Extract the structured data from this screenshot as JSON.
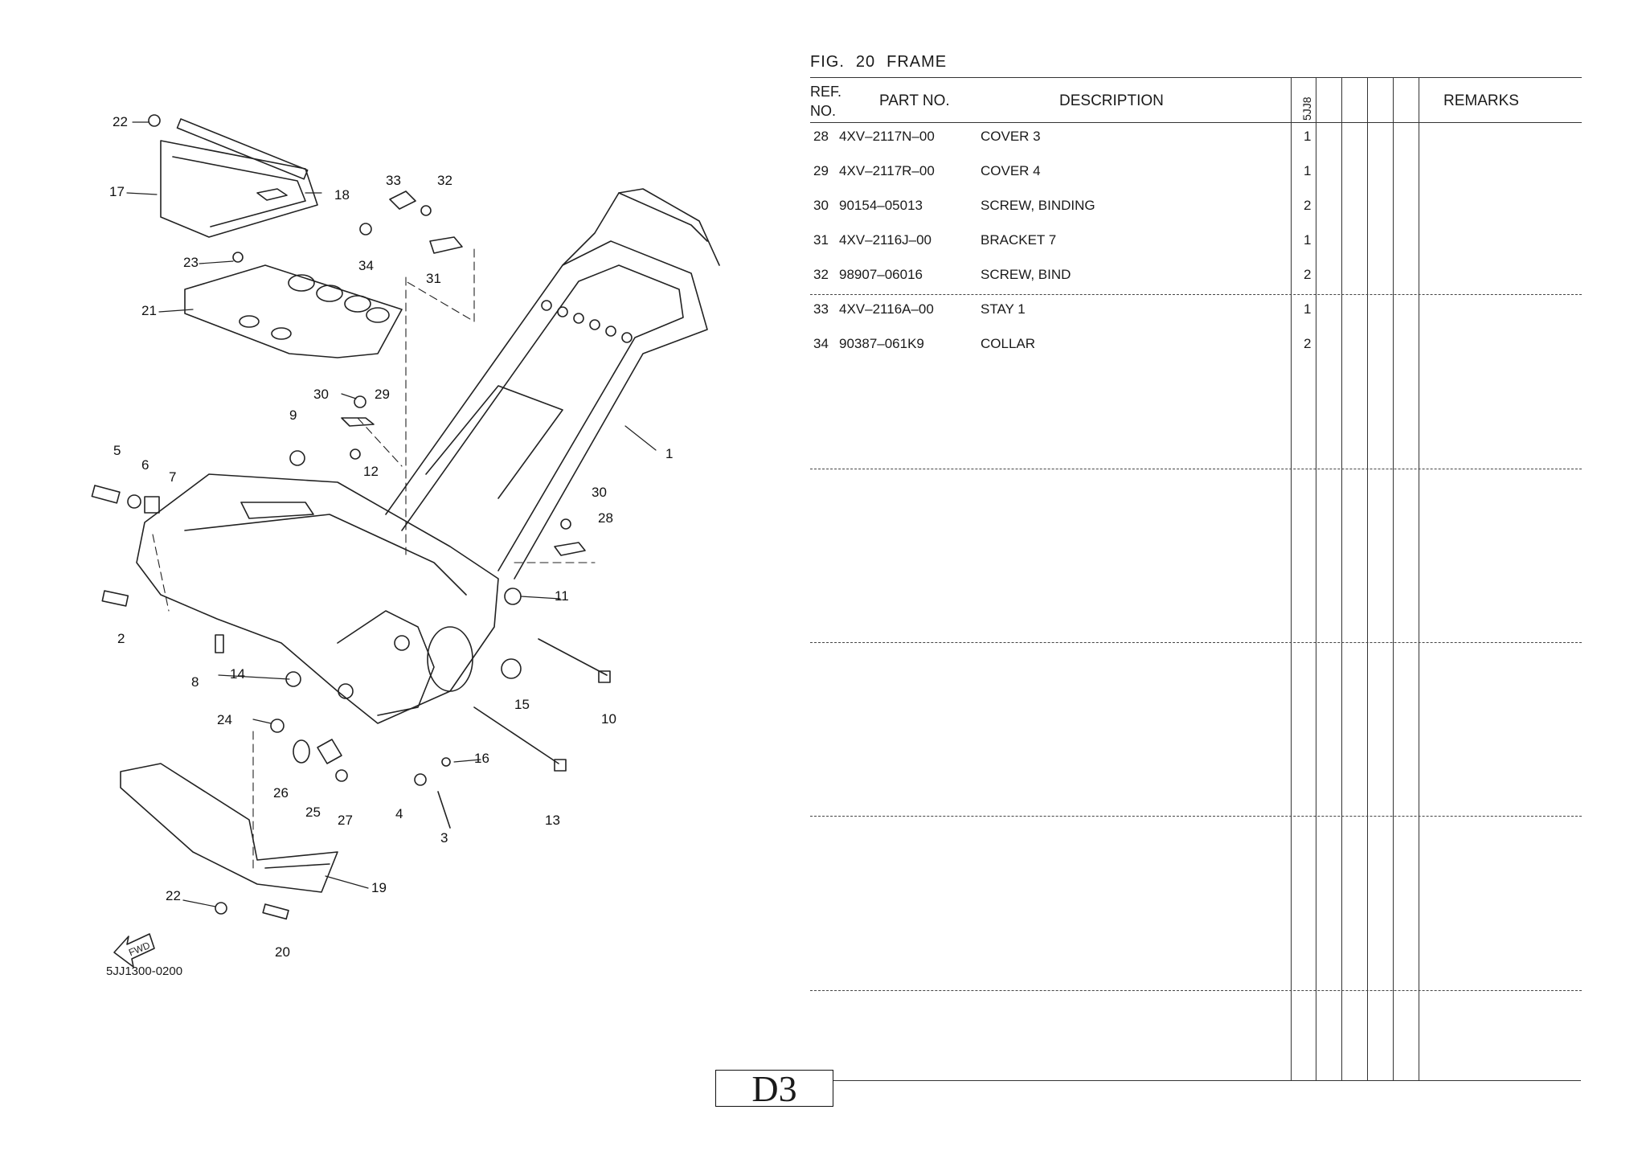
{
  "figure": {
    "fig_label": "FIG.",
    "fig_number": "20",
    "fig_title": "FRAME",
    "illustration_code": "5JJ1300-0200"
  },
  "table": {
    "headers": {
      "ref_no_line1": "REF.",
      "ref_no_line2": "NO.",
      "part_no": "PART NO.",
      "description": "DESCRIPTION",
      "model_code": "5JJ8",
      "remarks": "REMARKS"
    },
    "rows": [
      {
        "ref": "28",
        "part_no": "4XV–2117N–00",
        "description": "COVER 3",
        "qty": "1"
      },
      {
        "ref": "29",
        "part_no": "4XV–2117R–00",
        "description": "COVER 4",
        "qty": "1"
      },
      {
        "ref": "30",
        "part_no": "90154–05013",
        "description": "SCREW, BINDING",
        "qty": "2"
      },
      {
        "ref": "31",
        "part_no": "4XV–2116J–00",
        "description": "BRACKET 7",
        "qty": "1"
      },
      {
        "ref": "32",
        "part_no": "98907–06016",
        "description": "SCREW, BIND",
        "qty": "2"
      },
      {
        "ref": "33",
        "part_no": "4XV–2116A–00",
        "description": "STAY 1",
        "qty": "1"
      },
      {
        "ref": "34",
        "part_no": "90387–061K9",
        "description": "COLLAR",
        "qty": "2"
      }
    ]
  },
  "callouts": [
    "22",
    "17",
    "18",
    "33",
    "32",
    "34",
    "31",
    "23",
    "21",
    "30",
    "29",
    "9",
    "12",
    "5",
    "6",
    "7",
    "1",
    "30",
    "28",
    "11",
    "2",
    "8",
    "14",
    "15",
    "10",
    "24",
    "16",
    "26",
    "25",
    "27",
    "4",
    "3",
    "13",
    "19",
    "22",
    "20"
  ],
  "fwd_label": "FWD",
  "page": {
    "label": "D3"
  }
}
